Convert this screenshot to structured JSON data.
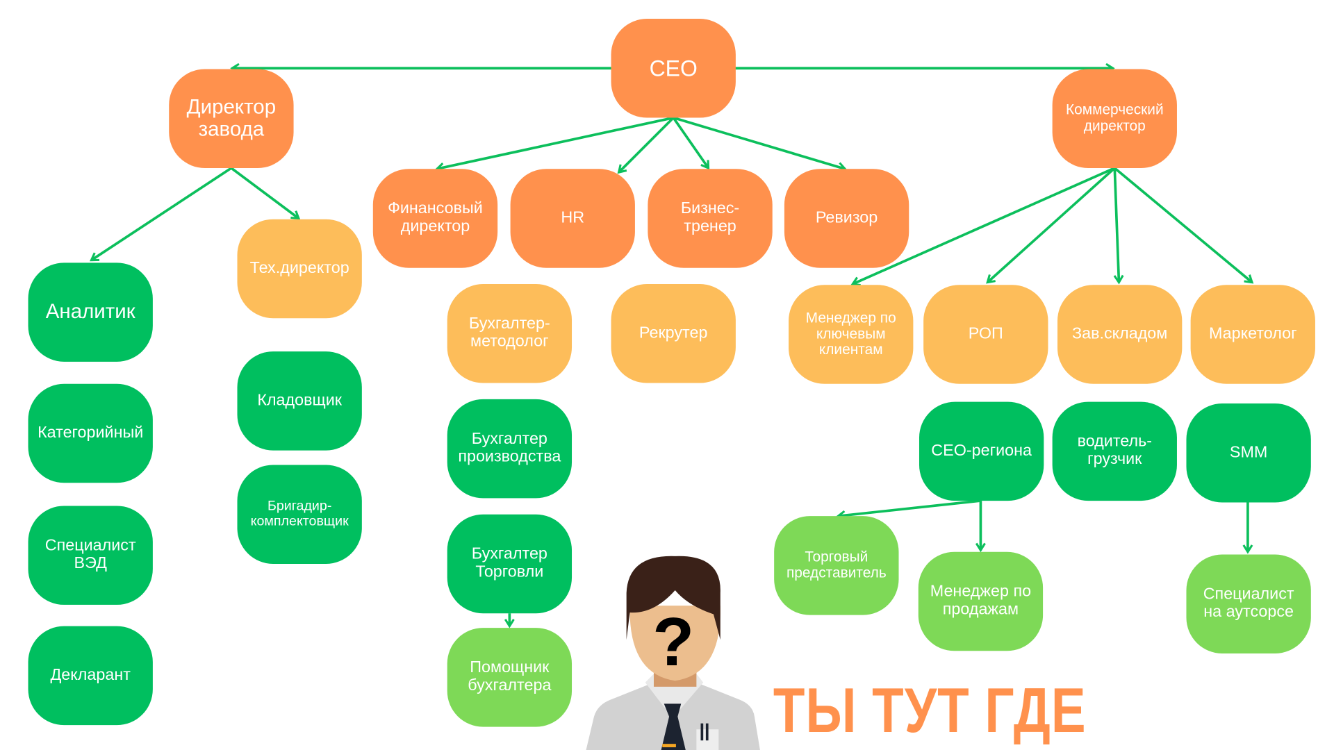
{
  "colors": {
    "orange": "#ff914d",
    "light_orange": "#fdbd5a",
    "green": "#00bf5f",
    "light_green": "#7ed957",
    "arrow": "#0cbf5c"
  },
  "nodes": [
    {
      "id": "ceo",
      "label": "CEO",
      "color": "orange"
    },
    {
      "id": "plant-director",
      "label": "Директор\nзавода",
      "color": "orange"
    },
    {
      "id": "commercial-director",
      "label": "Коммерческий\nдиректор",
      "color": "orange"
    },
    {
      "id": "finance-director",
      "label": "Финансовый\nдиректор",
      "color": "orange"
    },
    {
      "id": "hr",
      "label": "HR",
      "color": "orange"
    },
    {
      "id": "business-trainer",
      "label": "Бизнес-\nтренер",
      "color": "orange"
    },
    {
      "id": "auditor",
      "label": "Ревизор",
      "color": "orange"
    },
    {
      "id": "tech-director",
      "label": "Тех.директор",
      "color": "light_orange"
    },
    {
      "id": "analyst",
      "label": "Аналитик",
      "color": "green"
    },
    {
      "id": "category-manager",
      "label": "Категорийный",
      "color": "green"
    },
    {
      "id": "fea-specialist",
      "label": "Специалист\nВЭД",
      "color": "green"
    },
    {
      "id": "declarant",
      "label": "Декларант",
      "color": "green"
    },
    {
      "id": "storekeeper",
      "label": "Кладовщик",
      "color": "green"
    },
    {
      "id": "foreman",
      "label": "Бригадир-\nкомплектовщик",
      "color": "green"
    },
    {
      "id": "accountant-methodologist",
      "label": "Бухгалтер-\nметодолог",
      "color": "light_orange"
    },
    {
      "id": "recruiter",
      "label": "Рекрутер",
      "color": "light_orange"
    },
    {
      "id": "production-accountant",
      "label": "Бухгалтер\nпроизводства",
      "color": "green"
    },
    {
      "id": "trade-accountant",
      "label": "Бухгалтер\nТорговли",
      "color": "green"
    },
    {
      "id": "accountant-assistant",
      "label": "Помощник\nбухгалтера",
      "color": "light_green"
    },
    {
      "id": "key-account-manager",
      "label": "Менеджер по\nключевым\nклиентам",
      "color": "light_orange"
    },
    {
      "id": "rop",
      "label": "РОП",
      "color": "light_orange"
    },
    {
      "id": "warehouse-head",
      "label": "Зав.складом",
      "color": "light_orange"
    },
    {
      "id": "marketer",
      "label": "Маркетолог",
      "color": "light_orange"
    },
    {
      "id": "regional-ceo",
      "label": "СЕО-региона",
      "color": "green"
    },
    {
      "id": "driver-loader",
      "label": "водитель-\nгрузчик",
      "color": "green"
    },
    {
      "id": "smm",
      "label": "SMM",
      "color": "green"
    },
    {
      "id": "sales-rep",
      "label": "Торговый\nпредставитель",
      "color": "light_green"
    },
    {
      "id": "sales-manager",
      "label": "Менеджер по\nпродажам",
      "color": "light_green"
    },
    {
      "id": "outsource-specialist",
      "label": "Специалист\nна аутсорсе",
      "color": "light_green"
    }
  ],
  "slogan": "ТЫ ТУТ ГДЕ",
  "illustration": {
    "face_symbol": "?"
  }
}
